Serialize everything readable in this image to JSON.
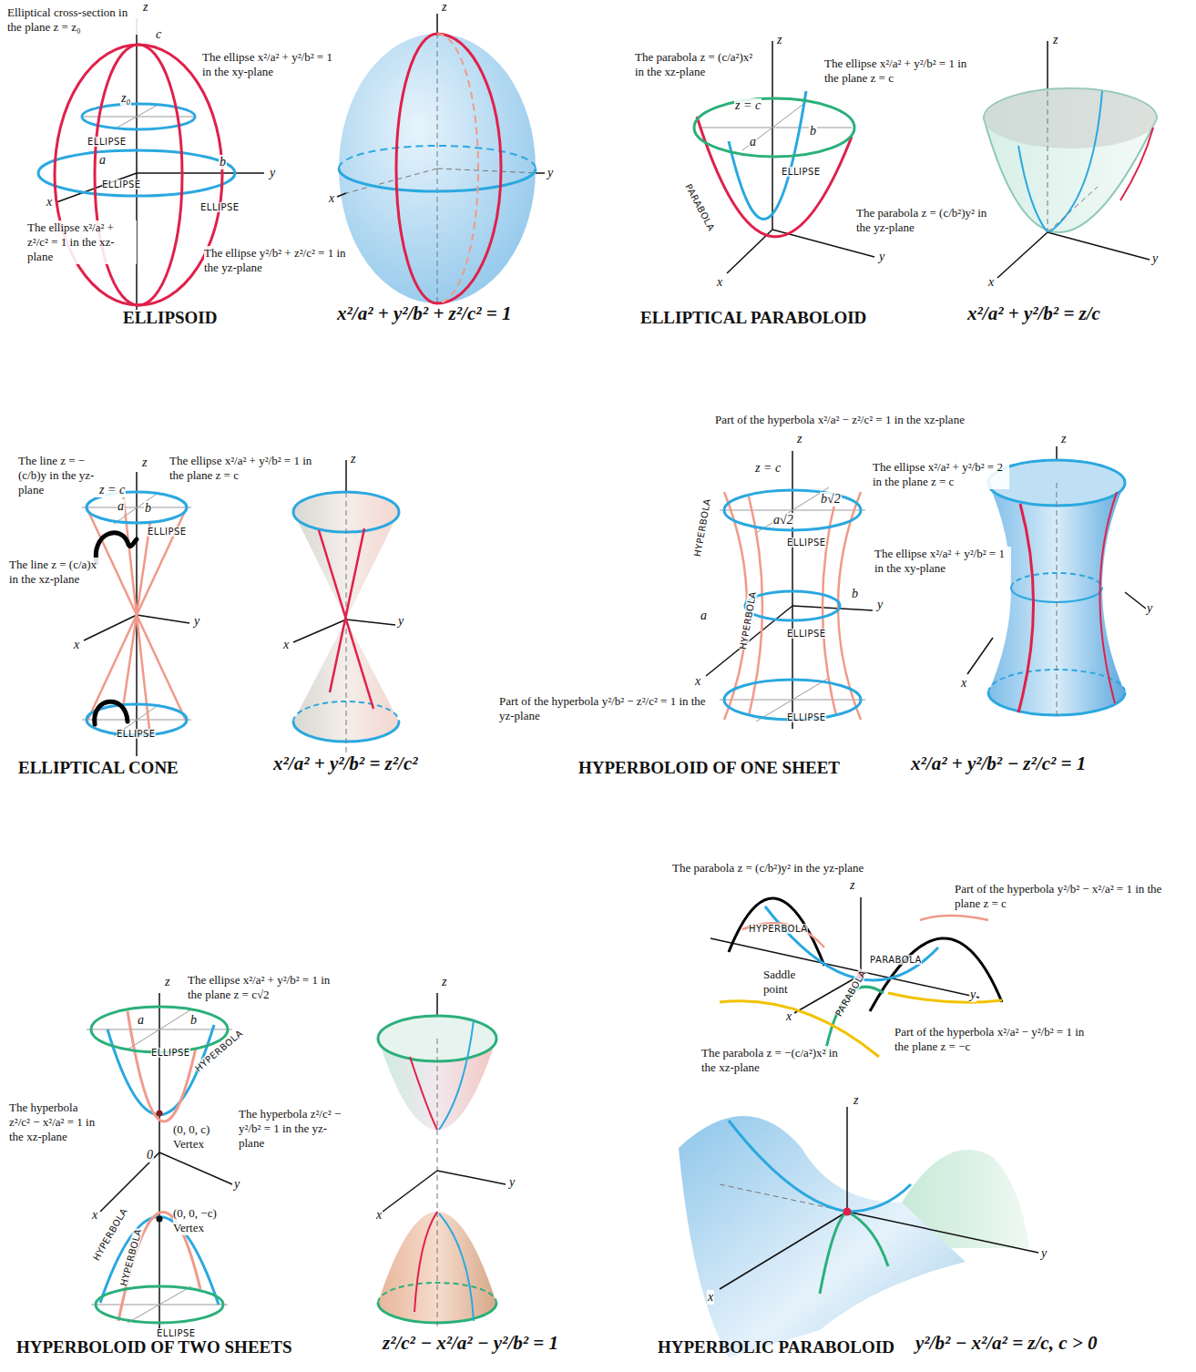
{
  "diagram": {
    "labels": [
      "Elliptical cross-section in the plane z = z₀",
      "z",
      "c",
      "The ellipse x²/a² + y²/b² = 1 in the xy-plane",
      "z₀",
      "ELLIPSE",
      "a",
      "b",
      "ELLIPSE",
      "ELLIPSE",
      "y",
      "x",
      "The ellipse x²/a² + z²/c² = 1 in the xz-plane",
      "The ellipse y²/b² + z²/c² = 1 in the yz-plane",
      "ELLIPSOID",
      "x²/a² + y²/b² + z²/c² = 1",
      "z",
      "y",
      "x",
      "z",
      "The parabola z = (c/a²)x² in the xz-plane",
      "The ellipse x²/a² + y²/b² = 1 in the plane z = c",
      "z = c",
      "a",
      "b",
      "ELLIPSE",
      "PARABOLA",
      "The parabola z = (c/b²)y² in the yz-plane",
      "y",
      "x",
      "ELLIPTICAL PARABOLOID",
      "x²/a² + y²/b² = z/c",
      "z",
      "y",
      "x",
      "The line z = −(c/b)y in the yz-plane",
      "The ellipse x²/a² + y²/b² = 1 in the plane z = c",
      "z",
      "z = c",
      "a",
      "b",
      "ELLIPSE",
      "The line z = (c/a)x in the xz-plane",
      "y",
      "x",
      "ELLIPSE",
      "ELLIPTICAL CONE",
      "x²/a² + y²/b² = z²/c²",
      "z",
      "y",
      "x",
      "Part of the hyperbola x²/a² − z²/c² = 1 in the xz-plane",
      "z",
      "z = c",
      "The ellipse x²/a² + y²/b² = 2 in the plane z = c",
      "b√2",
      "a√2",
      "HYPERBOLA",
      "ELLIPSE",
      "The ellipse x²/a² + y²/b² = 1 in the xy-plane",
      "b",
      "y",
      "a",
      "ELLIPSE",
      "HYPERBOLA",
      "x",
      "ELLIPSE",
      "Part of the hyperbola y²/b² − z²/c² = 1 in the yz-plane",
      "HYPERBOLOID OF ONE SHEET",
      "x²/a² + y²/b² − z²/c² = 1",
      "z",
      "y",
      "x",
      "z",
      "The ellipse x²/a² + y²/b² = 1 in the plane z = c√2",
      "a",
      "b",
      "ELLIPSE",
      "HYPERBOLA",
      "The hyperbola z²/c² − x²/a² = 1 in the xz-plane",
      "The hyperbola z²/c² − y²/b² = 1 in the yz-plane",
      "(0, 0, c) Vertex",
      "0",
      "y",
      "x",
      "(0, 0, −c) Vertex",
      "HYPERBOLA",
      "HYPERBOLA",
      "ELLIPSE",
      "HYPERBOLOID OF TWO SHEETS",
      "z²/c² − x²/a² − y²/b² = 1",
      "z",
      "y",
      "x",
      "The parabola z = (c/b²)y² in the yz-plane",
      "z",
      "Part of the hyperbola y²/b² − x²/a² = 1 in the plane z = c",
      "HYPERBOLA",
      "PARABOLA",
      "Saddle point",
      "y",
      "x",
      "PARABOLA",
      "Part of the hyperbola x²/a² − y²/b² = 1 in the plane z = −c",
      "The parabola z = −(c/a²)x² in the xz-plane",
      "z",
      "y",
      "x",
      "HYPERBOLIC PARABOLOID",
      "y²/b² − x²/a² = z/c, c > 0"
    ]
  }
}
